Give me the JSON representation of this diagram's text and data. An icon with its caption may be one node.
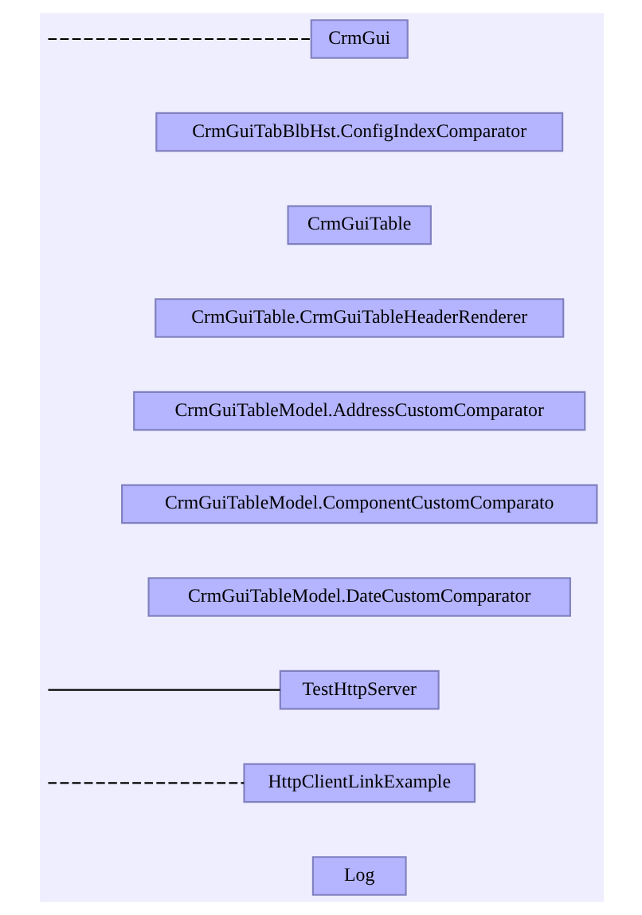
{
  "diagram": {
    "nodes": [
      {
        "text": [
          "CrmGui"
        ]
      },
      {
        "text": [
          "CrmGuiTabBlbHst.ConfigIndexComparator"
        ]
      },
      {
        "text": [
          "CrmGuiTable"
        ]
      },
      {
        "text": [
          "CrmGuiTable.CrmGuiTableHeaderRenderer"
        ]
      },
      {
        "text": [
          "CrmGuiTableModel.AddressCustomComparator"
        ]
      },
      {
        "text": [
          "CrmGuiTableModel.ComponentCustomComparato"
        ]
      },
      {
        "text": [
          "CrmGuiTableModel.DateCustomComparator"
        ]
      },
      {
        "text": [
          "TestHttpServer"
        ]
      },
      {
        "text": [
          "HttpClientLinkExample"
        ]
      },
      {
        "text": [
          "Log"
        ]
      }
    ],
    "edges": [
      {
        "from": null,
        "to": 0,
        "arrow": "none",
        "style": "dashed"
      },
      {
        "from": null,
        "to": 7,
        "arrow": "none"
      },
      {
        "from": null,
        "to": 8,
        "arrow": "none",
        "style": "dashed"
      }
    ]
  }
}
